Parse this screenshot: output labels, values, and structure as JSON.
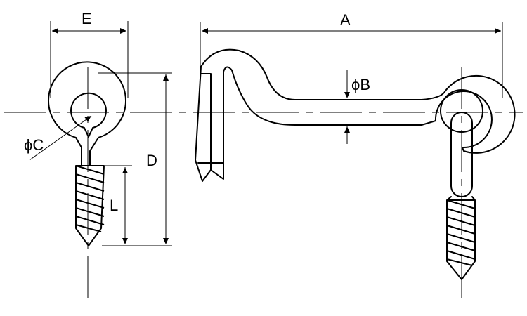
{
  "labels": {
    "e": "E",
    "a": "A",
    "b": "ϕB",
    "c": "ϕC",
    "d": "D",
    "l": "L"
  }
}
